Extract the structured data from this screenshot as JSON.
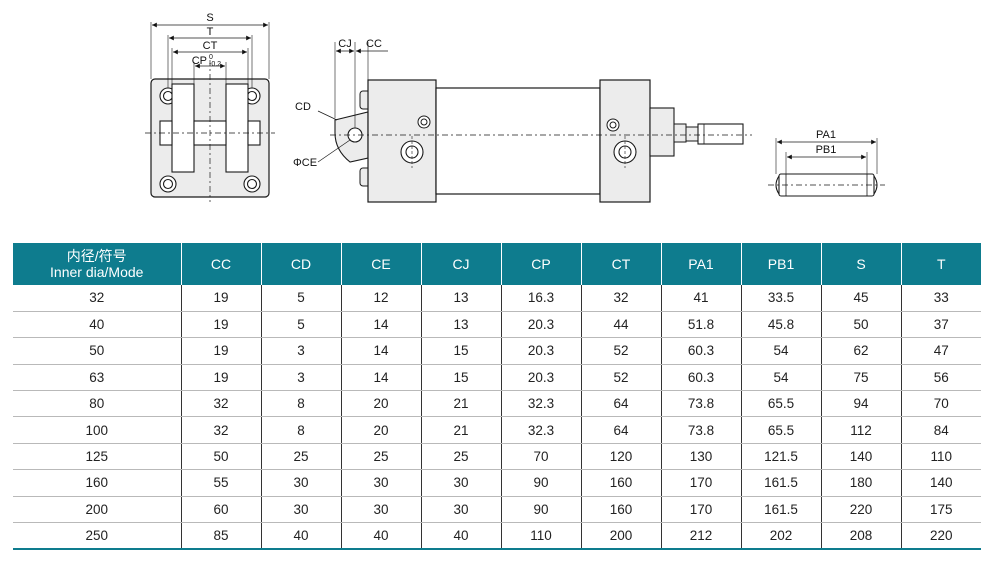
{
  "drawing": {
    "front_view_labels": {
      "s": "S",
      "t": "T",
      "ct": "CT",
      "cp": "CP",
      "cp_upper_tol": "0",
      "cp_lower_tol": "-0.2"
    },
    "side_view_labels": {
      "cj": "CJ",
      "cc": "CC",
      "cd": "CD",
      "ce": "ΦCE"
    },
    "pin_labels": {
      "pa1": "PA1",
      "pb1": "PB1"
    }
  },
  "table": {
    "header_first_line1": "内径/符号",
    "header_first_line2": "Inner dia/Mode",
    "columns": [
      "CC",
      "CD",
      "CE",
      "CJ",
      "CP",
      "CT",
      "PA1",
      "PB1",
      "S",
      "T"
    ],
    "rows": [
      [
        "32",
        "19",
        "5",
        "12",
        "13",
        "16.3",
        "32",
        "41",
        "33.5",
        "45",
        "33"
      ],
      [
        "40",
        "19",
        "5",
        "14",
        "13",
        "20.3",
        "44",
        "51.8",
        "45.8",
        "50",
        "37"
      ],
      [
        "50",
        "19",
        "3",
        "14",
        "15",
        "20.3",
        "52",
        "60.3",
        "54",
        "62",
        "47"
      ],
      [
        "63",
        "19",
        "3",
        "14",
        "15",
        "20.3",
        "52",
        "60.3",
        "54",
        "75",
        "56"
      ],
      [
        "80",
        "32",
        "8",
        "20",
        "21",
        "32.3",
        "64",
        "73.8",
        "65.5",
        "94",
        "70"
      ],
      [
        "100",
        "32",
        "8",
        "20",
        "21",
        "32.3",
        "64",
        "73.8",
        "65.5",
        "112",
        "84"
      ],
      [
        "125",
        "50",
        "25",
        "25",
        "25",
        "70",
        "120",
        "130",
        "121.5",
        "140",
        "110"
      ],
      [
        "160",
        "55",
        "30",
        "30",
        "30",
        "90",
        "160",
        "170",
        "161.5",
        "180",
        "140"
      ],
      [
        "200",
        "60",
        "30",
        "30",
        "30",
        "90",
        "160",
        "170",
        "161.5",
        "220",
        "175"
      ],
      [
        "250",
        "85",
        "40",
        "40",
        "40",
        "110",
        "200",
        "212",
        "202",
        "208",
        "220"
      ]
    ]
  },
  "colors": {
    "header_bg": "#0e7c8e",
    "header_text": "#ffffff",
    "part_fill": "#ececec",
    "line": "#1a1a1a"
  }
}
